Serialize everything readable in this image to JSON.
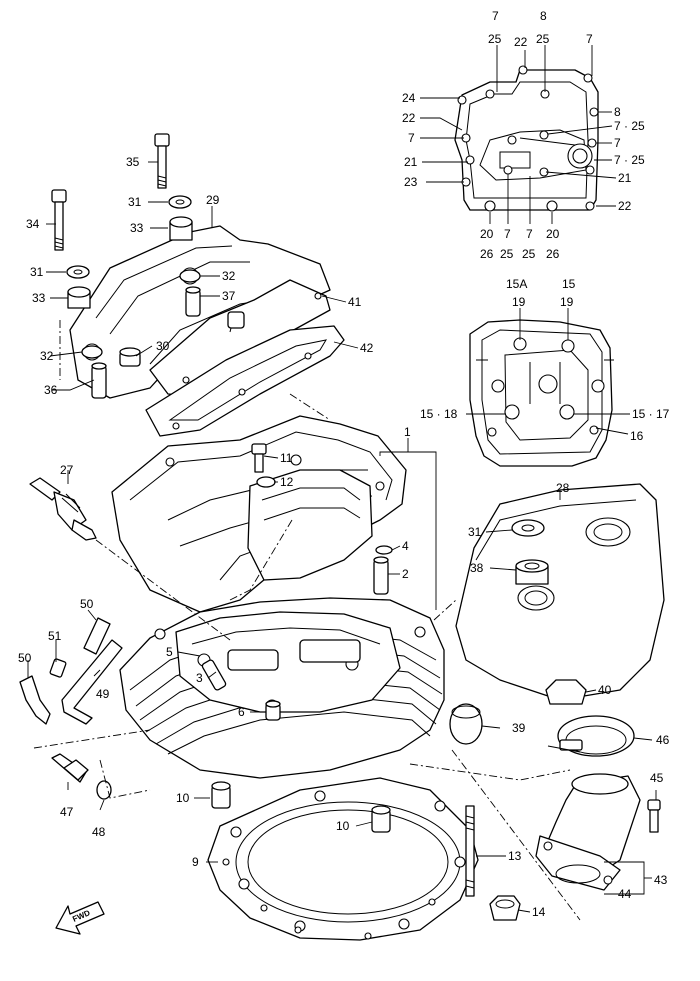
{
  "callouts": [
    {
      "id": "c7a",
      "text": "7"
    },
    {
      "id": "c25a",
      "text": "25"
    },
    {
      "id": "c8a",
      "text": "8"
    },
    {
      "id": "c25b",
      "text": "25"
    },
    {
      "id": "c22a",
      "text": "22"
    },
    {
      "id": "c7b",
      "text": "7"
    },
    {
      "id": "c24",
      "text": "24"
    },
    {
      "id": "c22b",
      "text": "22"
    },
    {
      "id": "c8b",
      "text": "8"
    },
    {
      "id": "c7c",
      "text": "7"
    },
    {
      "id": "c7d25",
      "text": "7 · 25"
    },
    {
      "id": "c7e",
      "text": "7"
    },
    {
      "id": "c21a",
      "text": "21"
    },
    {
      "id": "c7f25",
      "text": "7 · 25"
    },
    {
      "id": "c23",
      "text": "23"
    },
    {
      "id": "c21b",
      "text": "21"
    },
    {
      "id": "c22c",
      "text": "22"
    },
    {
      "id": "c20a",
      "text": "20"
    },
    {
      "id": "c26a",
      "text": "26"
    },
    {
      "id": "c7g",
      "text": "7"
    },
    {
      "id": "c25c",
      "text": "25"
    },
    {
      "id": "c7h",
      "text": "7"
    },
    {
      "id": "c25d",
      "text": "25"
    },
    {
      "id": "c20b",
      "text": "20"
    },
    {
      "id": "c26b",
      "text": "26"
    },
    {
      "id": "c35",
      "text": "35"
    },
    {
      "id": "c31a",
      "text": "31"
    },
    {
      "id": "c33a",
      "text": "33"
    },
    {
      "id": "c29",
      "text": "29"
    },
    {
      "id": "c34",
      "text": "34"
    },
    {
      "id": "c31b",
      "text": "31"
    },
    {
      "id": "c32a",
      "text": "32"
    },
    {
      "id": "c33b",
      "text": "33"
    },
    {
      "id": "c37",
      "text": "37"
    },
    {
      "id": "c41",
      "text": "41"
    },
    {
      "id": "c32b",
      "text": "32"
    },
    {
      "id": "c30",
      "text": "30"
    },
    {
      "id": "c42",
      "text": "42"
    },
    {
      "id": "c36",
      "text": "36"
    },
    {
      "id": "c15a",
      "text": "15A"
    },
    {
      "id": "c19a",
      "text": "19"
    },
    {
      "id": "c15",
      "text": "15"
    },
    {
      "id": "c19b",
      "text": "19"
    },
    {
      "id": "c1518",
      "text": "15 · 18"
    },
    {
      "id": "c1517",
      "text": "15 · 17"
    },
    {
      "id": "c16",
      "text": "16"
    },
    {
      "id": "c1",
      "text": "1"
    },
    {
      "id": "c11",
      "text": "11"
    },
    {
      "id": "c12",
      "text": "12"
    },
    {
      "id": "c27",
      "text": "27"
    },
    {
      "id": "c28",
      "text": "28"
    },
    {
      "id": "c4",
      "text": "4"
    },
    {
      "id": "c2",
      "text": "2"
    },
    {
      "id": "c31c",
      "text": "31"
    },
    {
      "id": "c38",
      "text": "38"
    },
    {
      "id": "c50a",
      "text": "50"
    },
    {
      "id": "c51",
      "text": "51"
    },
    {
      "id": "c50b",
      "text": "50"
    },
    {
      "id": "c49",
      "text": "49"
    },
    {
      "id": "c5",
      "text": "5"
    },
    {
      "id": "c3",
      "text": "3"
    },
    {
      "id": "c6",
      "text": "6"
    },
    {
      "id": "c40",
      "text": "40"
    },
    {
      "id": "c39",
      "text": "39"
    },
    {
      "id": "c46",
      "text": "46"
    },
    {
      "id": "c47",
      "text": "47"
    },
    {
      "id": "c48",
      "text": "48"
    },
    {
      "id": "c10a",
      "text": "10"
    },
    {
      "id": "c10b",
      "text": "10"
    },
    {
      "id": "c45",
      "text": "45"
    },
    {
      "id": "c9",
      "text": "9"
    },
    {
      "id": "c13",
      "text": "13"
    },
    {
      "id": "c43",
      "text": "43"
    },
    {
      "id": "c44",
      "text": "44"
    },
    {
      "id": "c14",
      "text": "14"
    }
  ],
  "fwd_label": "FWD",
  "fwd_icon": "fwd-arrow-icon"
}
